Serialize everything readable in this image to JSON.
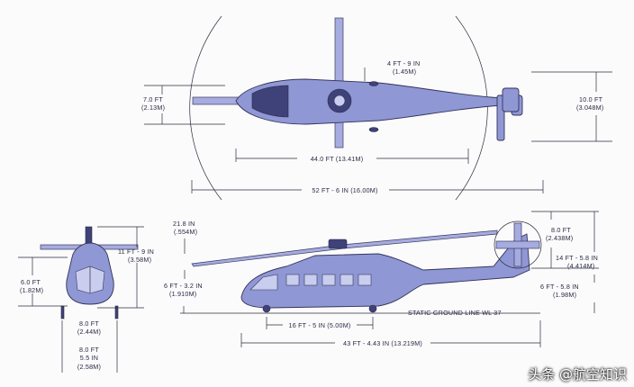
{
  "labels": {
    "top_blade_gap": [
      "4 FT - 9 IN",
      "(1.45M)"
    ],
    "top_left_width": [
      "7.0 FT",
      "(2.13M)"
    ],
    "top_right_width": [
      "10.0 FT",
      "(3.048M)"
    ],
    "top_fuselage_length": [
      "44.0 FT (13.41M)"
    ],
    "top_overall_length": [
      "52 FT - 6 IN (16.00M)"
    ],
    "front_height": [
      "11 FT - 9 IN",
      "(3.58M)"
    ],
    "front_body_height": [
      "6.0 FT",
      "(1.82M)"
    ],
    "front_gear_track": [
      "8.0 FT",
      "(2.44M)"
    ],
    "front_width": [
      "8.0 FT",
      "5.5 IN",
      "(2.58M)"
    ],
    "side_rotor_sag": [
      "21.8 IN",
      "(.554M)"
    ],
    "side_hub_height": [
      "6 FT - 3.2 IN",
      "(1.910M)"
    ],
    "side_tail_rotor_dia": [
      "8.0 FT",
      "(2.438M)"
    ],
    "side_tail_height": [
      "14 FT - 5.8 IN",
      "(4.414M)"
    ],
    "side_fin_height": [
      "6 FT - 5.8 IN",
      "(1.98M)"
    ],
    "side_ground_line": [
      "STATIC GROUND LINE WL 37"
    ],
    "side_wheelbase": [
      "16 FT - 5 IN (5.00M)"
    ],
    "side_overall_length": [
      "43 FT - 4.43 IN (13.219M)"
    ]
  },
  "watermark": "头条 @航空知识",
  "colors": {
    "hull": "#8f97d4",
    "line": "#2b2b3d",
    "dark": "#3f4278"
  }
}
